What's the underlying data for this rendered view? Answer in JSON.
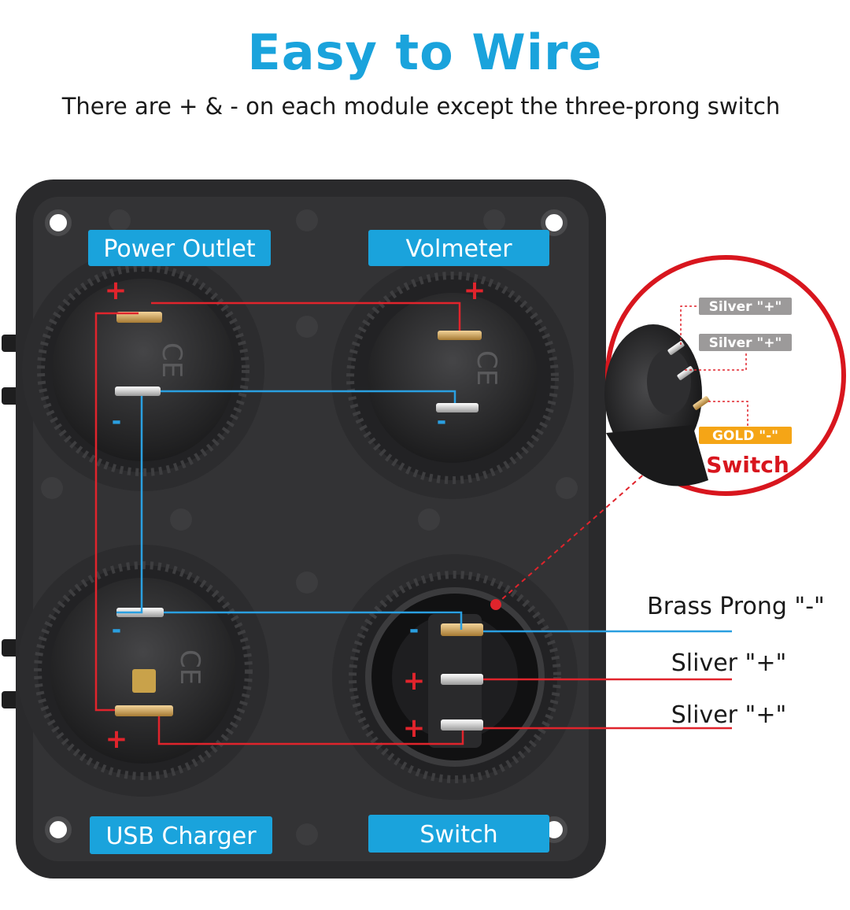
{
  "header": {
    "title": "Easy to Wire",
    "subtitle": "There are + & - on each module except the three-prong switch"
  },
  "modules": {
    "power_outlet": "Power Outlet",
    "voltmeter": "Volmeter",
    "usb_charger": "USB Charger",
    "switch": "Switch"
  },
  "markings": {
    "ce": "CE",
    "plus": "+",
    "minus": "-"
  },
  "inset": {
    "pin1": "Silver \"+\"",
    "pin2": "Silver \"+\"",
    "pin3": "GOLD \"-\"",
    "title": "Switch"
  },
  "callouts": {
    "brass": "Brass Prong \"-\"",
    "sliver1": "Sliver \"+\"",
    "sliver2": "Sliver \"+\""
  },
  "colors": {
    "accent_blue": "#1aa3dc",
    "wire_red": "#e0242c",
    "wire_blue": "#2a9fe0",
    "panel": "#2a2a2c",
    "gold": "#f5a516"
  }
}
